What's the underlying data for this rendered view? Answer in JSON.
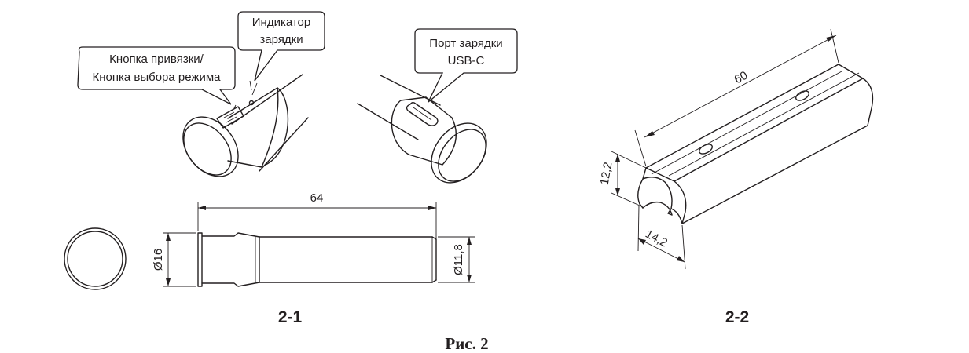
{
  "callouts": {
    "pairing_button": [
      "Кнопка привязки/",
      "Кнопка выбора режима"
    ],
    "charge_indicator": [
      "Индикатор",
      "зарядки"
    ],
    "charge_port": [
      "Порт зарядки",
      "USB-C"
    ]
  },
  "dimensions": {
    "length_21": "64",
    "head_diameter": "Ø16",
    "body_diameter": "Ø11,8",
    "rail_length": "60",
    "rail_height": "12,2",
    "rail_width": "14,2"
  },
  "panel_labels": {
    "left": "2-1",
    "right": "2-2"
  },
  "caption": "Рис. 2"
}
